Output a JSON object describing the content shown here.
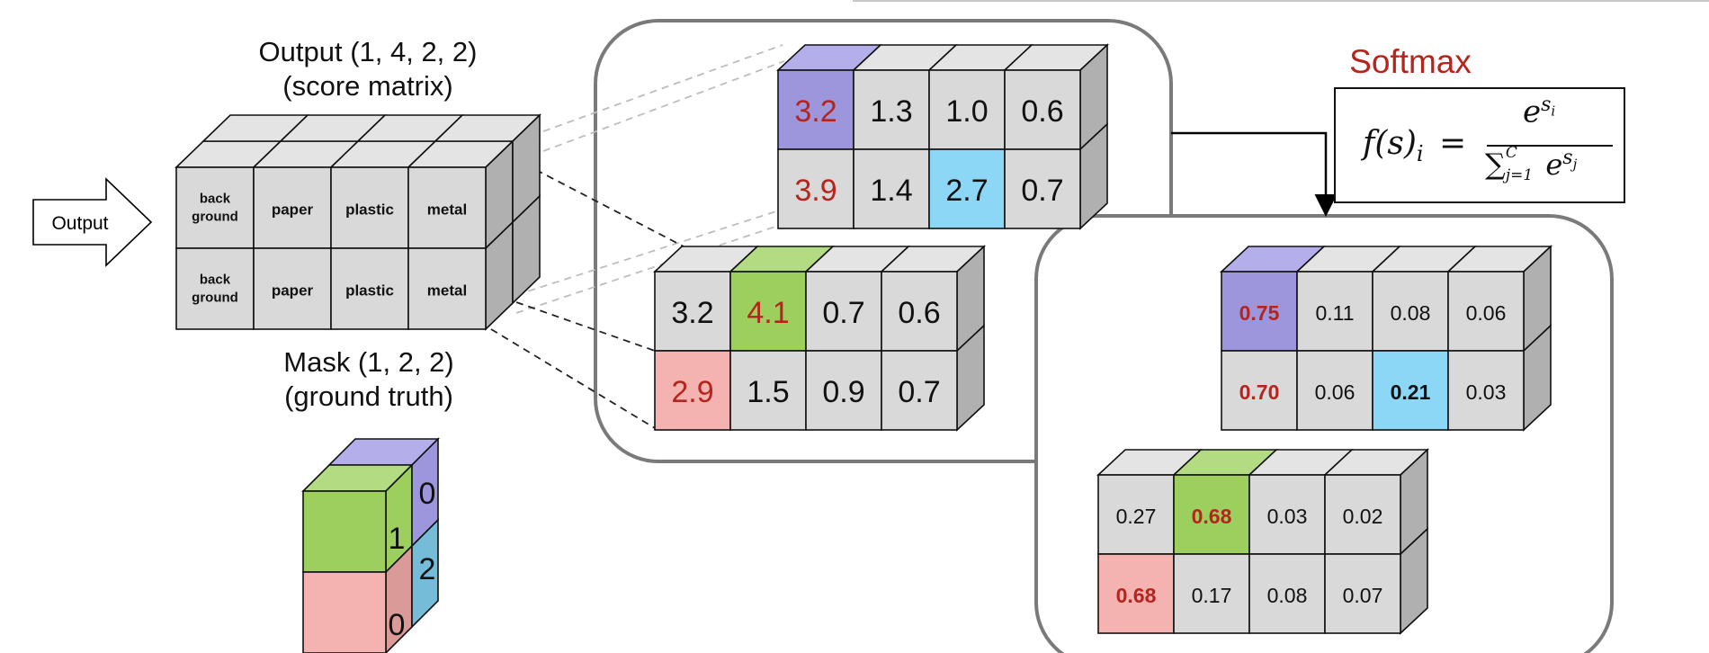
{
  "left_cube": {
    "title_line1": "Output (1, 4, 2, 2)",
    "title_line2": "(score matrix)",
    "row1": [
      "back ground",
      "paper",
      "plastic",
      "metal"
    ],
    "row2": [
      "back ground",
      "paper",
      "plastic",
      "metal"
    ]
  },
  "input_arrow": {
    "label": "Output"
  },
  "mask": {
    "title_line1": "Mask (1, 2, 2)",
    "title_line2": "(ground truth)",
    "front_top": "1",
    "front_bottom": "0",
    "back_top": "0",
    "back_bottom": "2"
  },
  "scores": {
    "back_row1": [
      "3.2",
      "1.3",
      "1.0",
      "0.6"
    ],
    "back_row2": [
      "3.9",
      "1.4",
      "2.7",
      "0.7"
    ],
    "front_row1": [
      "3.2",
      "4.1",
      "0.7",
      "0.6"
    ],
    "front_row2": [
      "2.9",
      "1.5",
      "0.9",
      "0.7"
    ]
  },
  "softmax": {
    "title": "Softmax",
    "formula_lhs": "f(s)",
    "formula_sub": "i",
    "formula_eq": "=",
    "numerator_base": "e",
    "numerator_exp": "s",
    "numerator_exp_sub": "i",
    "sum_symbol": "∑",
    "sum_lower": "j=1",
    "sum_upper": "C",
    "denominator_base": "e",
    "denominator_exp": "s",
    "denominator_exp_sub": "j"
  },
  "probs": {
    "back_row1": [
      "0.75",
      "0.11",
      "0.08",
      "0.06"
    ],
    "back_row2": [
      "0.70",
      "0.06",
      "0.21",
      "0.03"
    ],
    "front_row1": [
      "0.27",
      "0.68",
      "0.03",
      "0.02"
    ],
    "front_row2": [
      "0.68",
      "0.17",
      "0.08",
      "0.07"
    ]
  },
  "colors": {
    "cell_gray": "#d9d9d9",
    "side_gray": "#b0b0b0",
    "top_gray": "#e4e4e4",
    "purple": "#9d96dd",
    "purple_top": "#b4aeea",
    "green": "#9dcf5f",
    "green_top": "#b3dc82",
    "pink": "#f4b3b1",
    "pink_side": "#d99a98",
    "blue": "#8dd7f6",
    "blue_side": "#74bcd8",
    "red_text": "#b5251d",
    "panel_border": "#7a7a7a"
  }
}
